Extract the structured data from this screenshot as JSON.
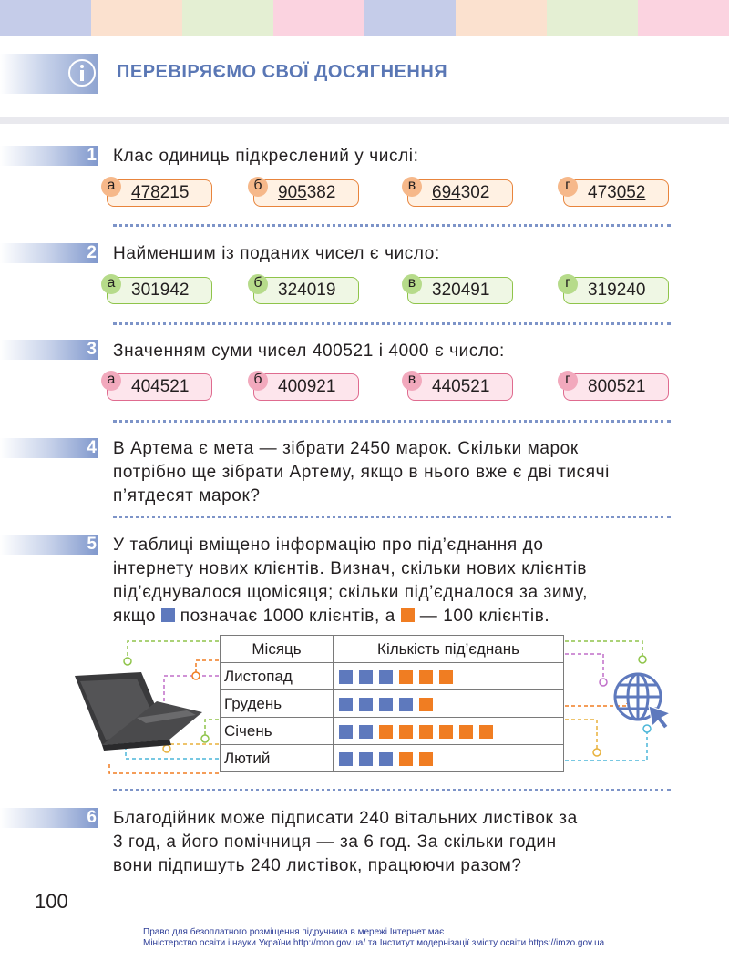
{
  "colors": {
    "strip": [
      "#c5cce9",
      "#fbe1cf",
      "#e4efd3",
      "#fbd3e0",
      "#c5cce9",
      "#fbe1cf",
      "#e4efd3",
      "#fbd3e0"
    ],
    "header_text": "#5a77b5",
    "blue_square": "#5e79bd",
    "orange_square": "#f07d22"
  },
  "header": {
    "icon": "info-icon",
    "title": "ПЕРЕВІРЯЄМО СВОЇ ДОСЯГНЕННЯ"
  },
  "tasks": [
    {
      "num": "1",
      "text": "Клас одиниць підкреслений у числі:",
      "options": [
        {
          "letter": "а",
          "pre": "",
          "ul": "478",
          "post": "215"
        },
        {
          "letter": "б",
          "pre": "",
          "ul": "905",
          "post": "382"
        },
        {
          "letter": "в",
          "pre": "",
          "ul": "694",
          "post": "302"
        },
        {
          "letter": "г",
          "pre": "473",
          "ul": "052",
          "post": ""
        }
      ]
    },
    {
      "num": "2",
      "text": "Найменшим із поданих чисел є число:",
      "options": [
        {
          "letter": "а",
          "value": "301942"
        },
        {
          "letter": "б",
          "value": "324019"
        },
        {
          "letter": "в",
          "value": "320491"
        },
        {
          "letter": "г",
          "value": "319240"
        }
      ]
    },
    {
      "num": "3",
      "text": "Значенням суми чисел 400521 і 4000 є число:",
      "options": [
        {
          "letter": "а",
          "value": "404521"
        },
        {
          "letter": "б",
          "value": "400921"
        },
        {
          "letter": "в",
          "value": "440521"
        },
        {
          "letter": "г",
          "value": "800521"
        }
      ]
    },
    {
      "num": "4",
      "lines": [
        "В Артема є мета — зібрати 2450 марок. Скільки марок",
        "потрібно ще зібрати Артему, якщо в нього вже є дві тисячі",
        "п’ятдесят марок?"
      ]
    },
    {
      "num": "5",
      "lines": [
        "У таблиці вміщено інформацію про під’єднання до",
        "інтернету нових клієнтів. Визнач, скільки нових клієнтів",
        "під’єднувалося щомісяця; скільки під’єдналося за зиму,"
      ],
      "last_line": {
        "pre": "якщо",
        "mid": "позначає 1000 клієнтів, а",
        "post": "— 100 клієнтів."
      }
    },
    {
      "num": "6",
      "lines": [
        "Благодійник може підписати 240 вітальних листівок за",
        "3 год, а його помічниця — за 6 год. За скільки годин",
        "вони підпишуть 240 листівок, працюючи разом?"
      ]
    }
  ],
  "table": {
    "col_month": "Місяць",
    "col_count": "Кількість під’єднань",
    "rows": [
      {
        "month": "Листопад",
        "blue": 3,
        "orange": 3
      },
      {
        "month": "Грудень",
        "blue": 4,
        "orange": 1
      },
      {
        "month": "Січень",
        "blue": 2,
        "orange": 6
      },
      {
        "month": "Лютий",
        "blue": 3,
        "orange": 2
      }
    ]
  },
  "page_number": "100",
  "footer": {
    "line1": "Право для безоплатного розміщення підручника в мережі Інтернет має",
    "line2": "Міністерство освіти і науки України http://mon.gov.ua/ та Інститут модернізації змісту освіти https://imzo.gov.ua"
  }
}
